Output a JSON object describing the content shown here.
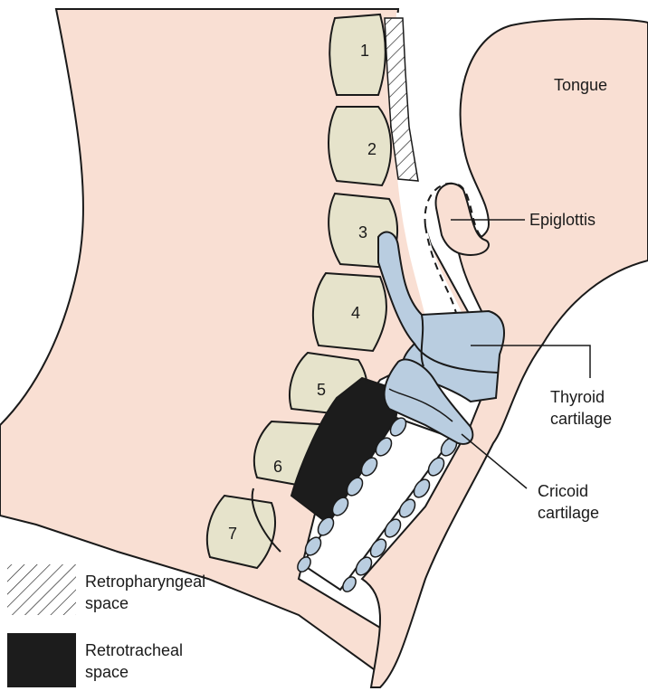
{
  "colors": {
    "skin": "#f9dfd3",
    "vertebra": "#e6e3cb",
    "cartilage": "#b9cde0",
    "trachea": "#ffffff",
    "retrotracheal": "#1c1c1c",
    "outline": "#1a1a1a"
  },
  "vertebrae": [
    "1",
    "2",
    "3",
    "4",
    "5",
    "6",
    "7"
  ],
  "labels": {
    "tongue": "Tongue",
    "epiglottis": "Epiglottis",
    "thyroid_line1": "Thyroid",
    "thyroid_line2": "cartilage",
    "cricoid_line1": "Cricoid",
    "cricoid_line2": "cartilage"
  },
  "legend": [
    {
      "line1": "Retropharyngeal",
      "line2": "space",
      "swatch": "hatched"
    },
    {
      "line1": "Retrotracheal",
      "line2": "space",
      "swatch": "solid-black"
    }
  ]
}
